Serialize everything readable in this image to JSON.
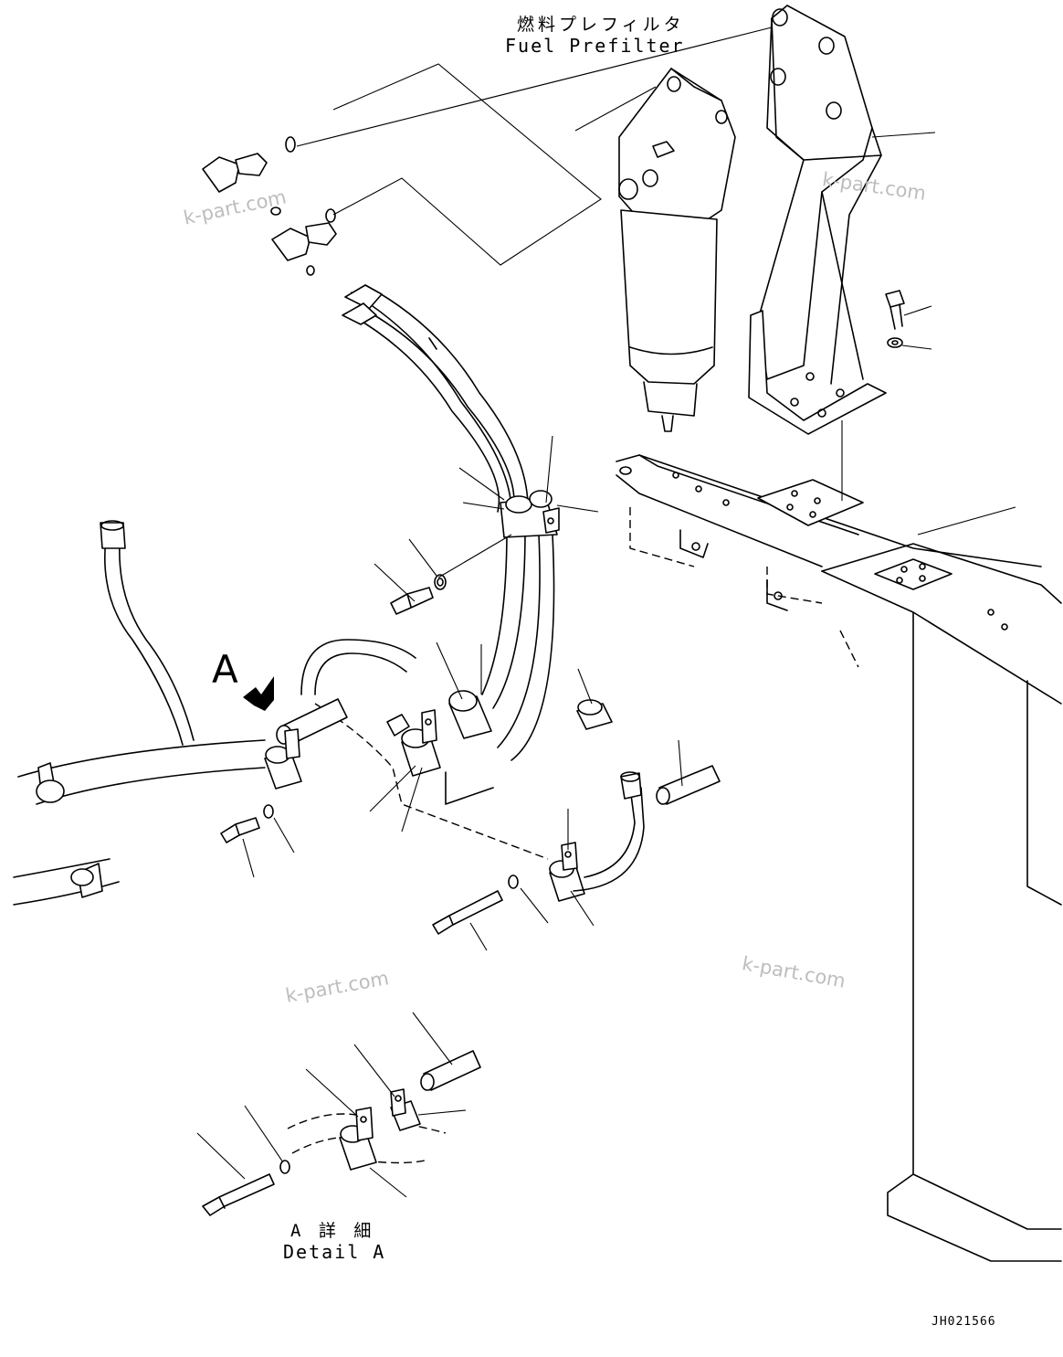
{
  "labels": {
    "fuel_prefilter_ja": "燃料プレフィルタ",
    "fuel_prefilter_en": "Fuel Prefilter",
    "callout_a": "A",
    "detail_a_ja": "A 詳 細",
    "detail_a_en": "Detail A",
    "drawing_number": "JH021566"
  },
  "watermarks": [
    "k-part.com",
    "k-part.com",
    "k-part.com",
    "k-part.com"
  ],
  "colors": {
    "line": "#000000",
    "background": "#ffffff",
    "watermark": "#bdbdbd"
  }
}
